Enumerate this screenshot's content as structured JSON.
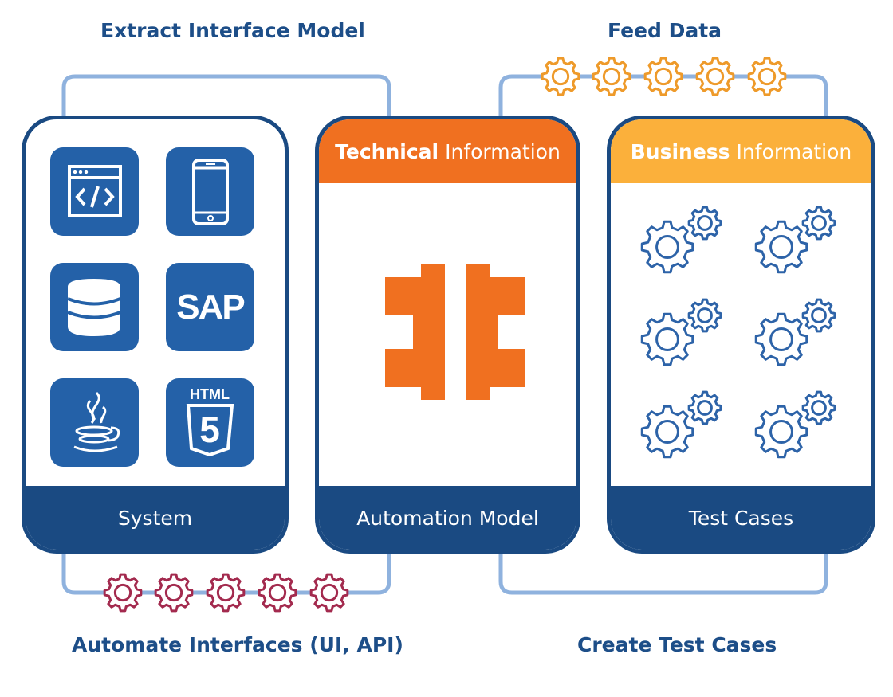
{
  "labels": {
    "extract": "Extract Interface Model",
    "feed": "Feed Data",
    "automate": "Automate Interfaces (UI, API)",
    "create": "Create Test Cases"
  },
  "cards": {
    "system": {
      "footer": "System"
    },
    "automation": {
      "header_bold": "Technical",
      "header_rest": "Information",
      "footer": "Automation Model"
    },
    "test": {
      "header_bold": "Business",
      "header_rest": "Information",
      "footer": "Test Cases"
    }
  },
  "tiles": {
    "sap": "SAP",
    "html": "HTML",
    "html_five": "5"
  },
  "icons": [
    "browser-code-icon",
    "mobile-phone-icon",
    "database-icon",
    "sap-icon",
    "java-icon",
    "html5-icon"
  ],
  "colors": {
    "navy": "#1a4a82",
    "tile_blue": "#2461a8",
    "orange": "#f07020",
    "amber": "#fbb03b",
    "connector": "#8fb2de",
    "gear_orange": "#ee9a2a",
    "gear_red": "#a32a4e",
    "gear_blue": "#2d63a8"
  }
}
